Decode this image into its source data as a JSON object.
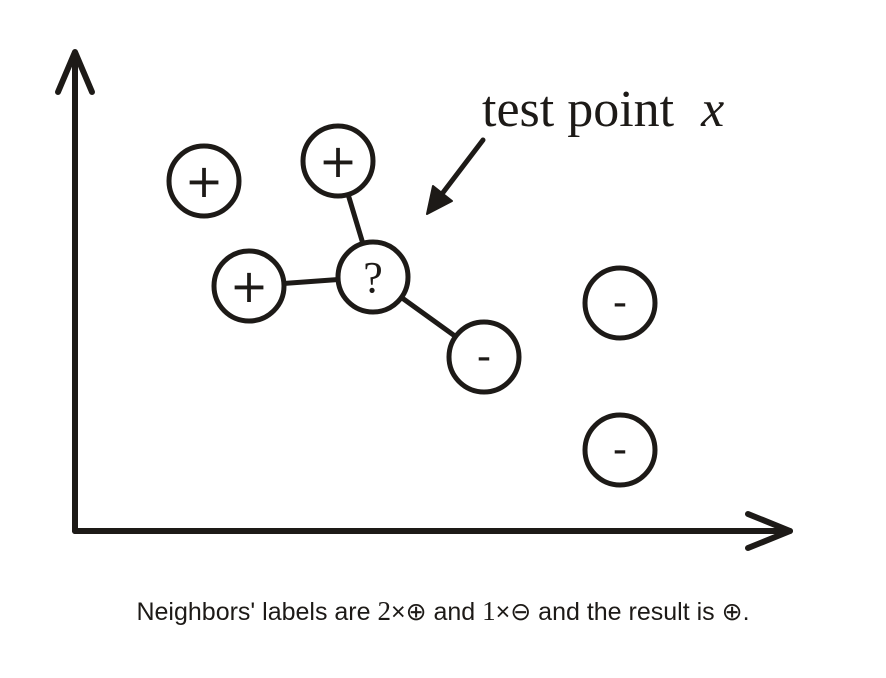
{
  "annotation": {
    "text": "test point",
    "variable": "x"
  },
  "nodes": [
    {
      "id": "plus-1",
      "label": "+",
      "kind": "positive"
    },
    {
      "id": "plus-2",
      "label": "+",
      "kind": "positive"
    },
    {
      "id": "plus-3",
      "label": "+",
      "kind": "positive"
    },
    {
      "id": "test",
      "label": "?",
      "kind": "test"
    },
    {
      "id": "minus-1",
      "label": "-",
      "kind": "negative"
    },
    {
      "id": "minus-2",
      "label": "-",
      "kind": "negative"
    },
    {
      "id": "minus-3",
      "label": "-",
      "kind": "negative"
    }
  ],
  "edges": [
    {
      "from": "test",
      "to": "plus-2"
    },
    {
      "from": "test",
      "to": "plus-3"
    },
    {
      "from": "test",
      "to": "minus-1"
    }
  ],
  "caption": {
    "before": "Neighbors' labels are ",
    "count_a": "2",
    "times_a": "×",
    "symbol_a": "⊕",
    "middle": " and ",
    "count_b": "1",
    "times_b": "×",
    "symbol_b": "⊖",
    "after": " and the result is ",
    "result": "⊕",
    "end": "."
  }
}
